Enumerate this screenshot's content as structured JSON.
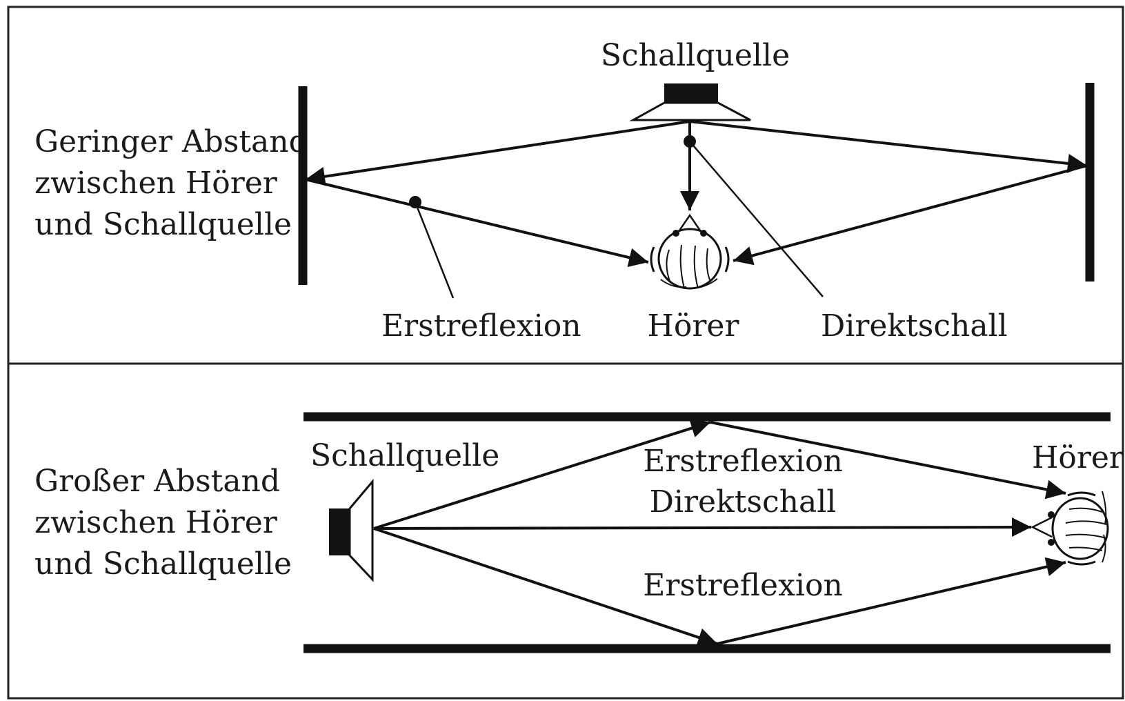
{
  "panels": {
    "top": {
      "description": [
        "Geringer Abstand",
        "zwischen Hörer",
        "und Schallquelle"
      ],
      "labels": {
        "source": "Schallquelle",
        "first_reflection": "Erstreflexion",
        "listener": "Hörer",
        "direct_sound": "Direktschall"
      }
    },
    "bottom": {
      "description": [
        "Großer Abstand",
        "zwischen Hörer",
        "und Schallquelle"
      ],
      "labels": {
        "source": "Schallquelle",
        "listener": "Hörer",
        "first_reflection_top": "Erstreflexion",
        "direct_sound": "Direktschall",
        "first_reflection_bottom": "Erstreflexion"
      }
    }
  },
  "colors": {
    "ink": "#111111",
    "background": "#ffffff"
  }
}
